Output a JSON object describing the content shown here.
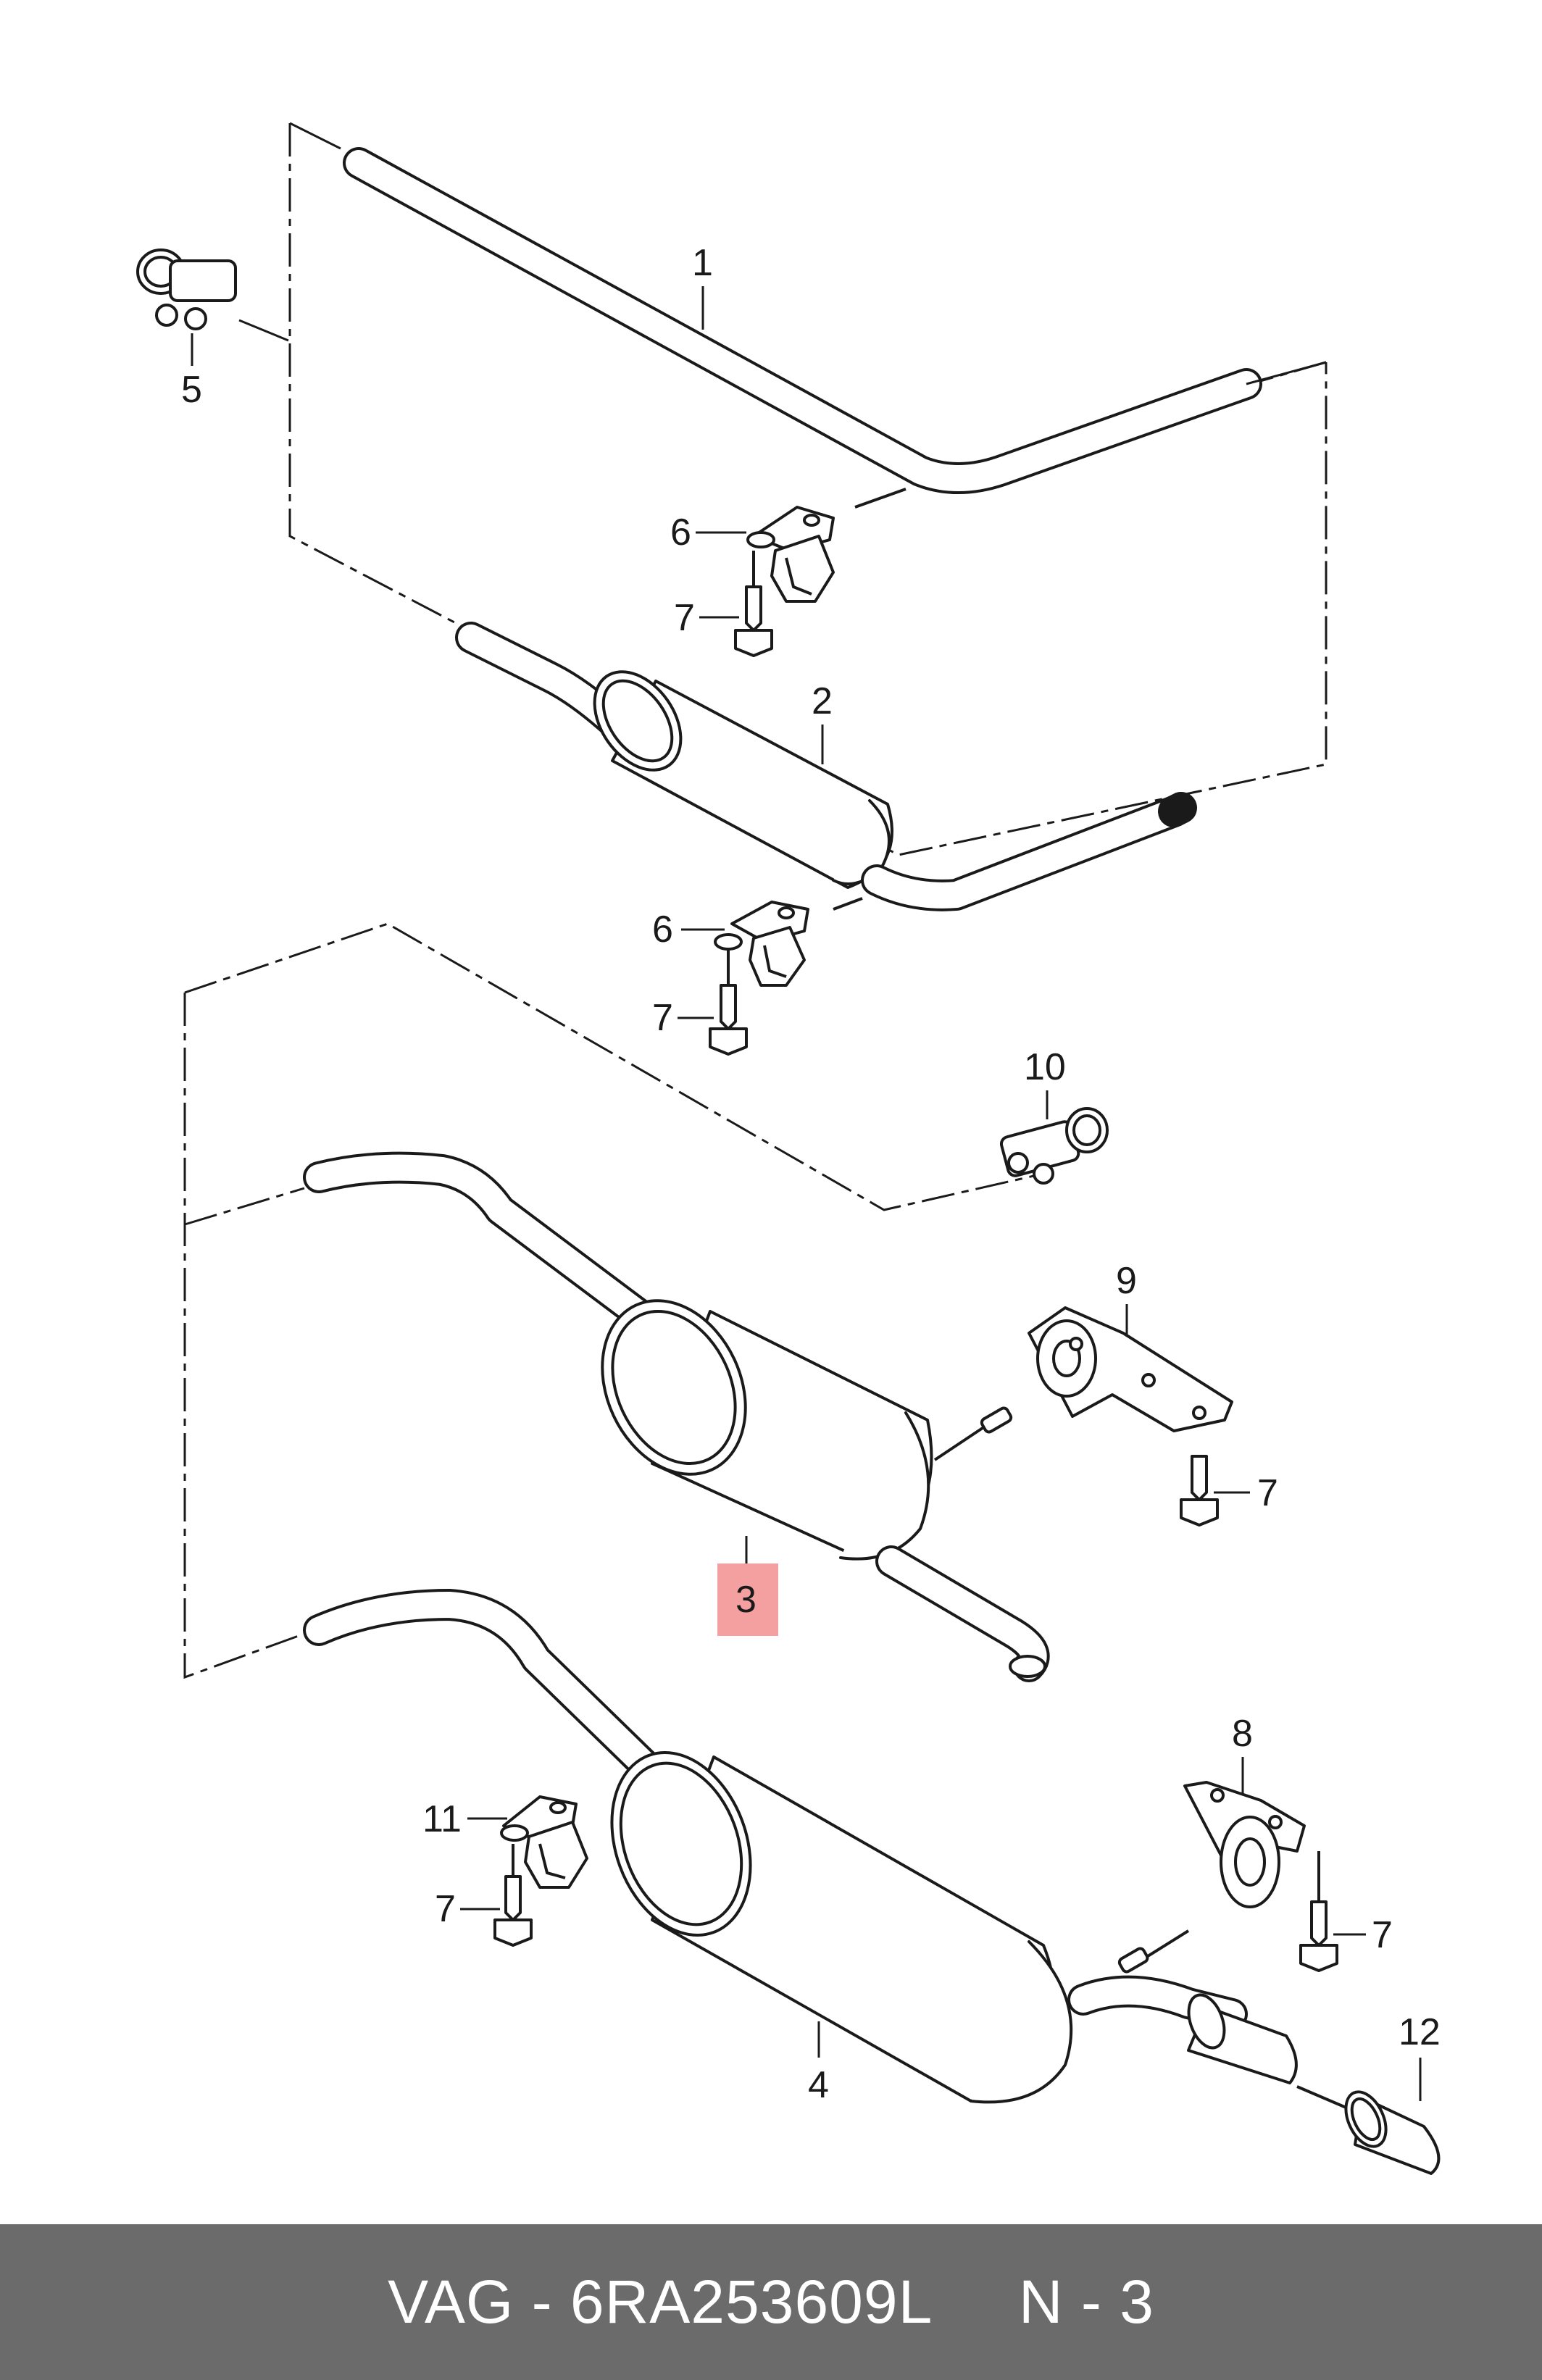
{
  "callouts": {
    "c1": "1",
    "c2": "2",
    "c3": "3",
    "c4": "4",
    "c5": "5",
    "c6a": "6",
    "c6b": "6",
    "c7a": "7",
    "c7b": "7",
    "c7c": "7",
    "c7d": "7",
    "c7e": "7",
    "c8": "8",
    "c9": "9",
    "c10": "10",
    "c11": "11",
    "c12": "12"
  },
  "highlighted_part": "3",
  "colors": {
    "highlight": "#f4a0a0",
    "footer_bg": "#6b6b6b",
    "line": "#1a1a1a"
  },
  "footer": {
    "text": "VAG - 6RA253609L     N - 3"
  }
}
